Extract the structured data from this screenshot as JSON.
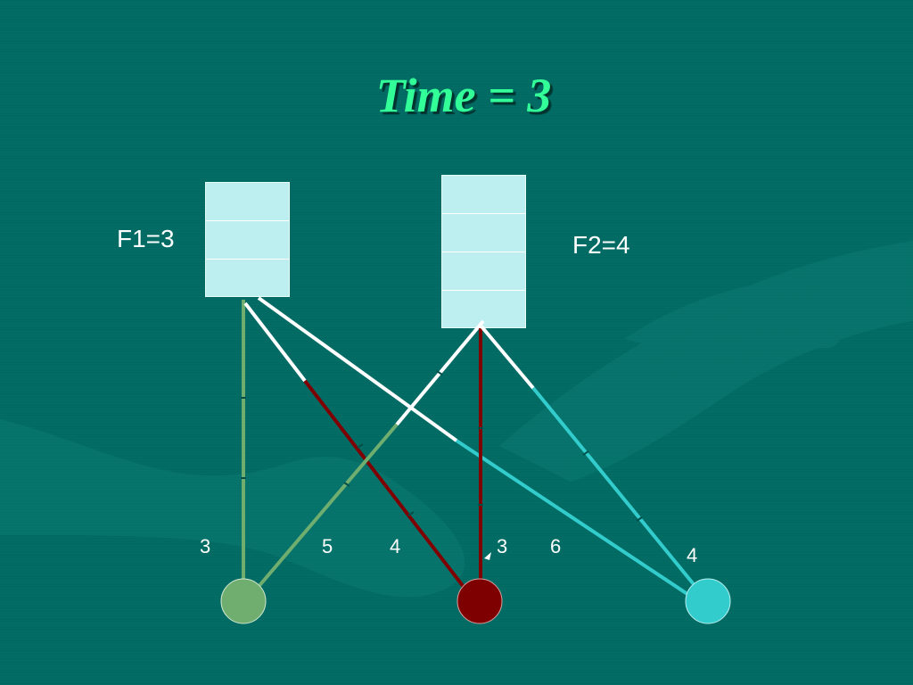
{
  "title": "Time = 3",
  "queues": [
    {
      "name": "F1",
      "label": "F1=3",
      "slots": 3
    },
    {
      "name": "F2",
      "label": "F2=4",
      "slots": 4
    }
  ],
  "numbers": [
    "3",
    "5",
    "4",
    "3",
    "6",
    "4"
  ],
  "nodes": [
    {
      "name": "green",
      "color": "#6fae6f"
    },
    {
      "name": "red",
      "color": "#7f0000"
    },
    {
      "name": "cyan",
      "color": "#33cccc"
    }
  ],
  "colors": {
    "background": "#006a63",
    "title": "#33ff99",
    "queue_fill": "#bdeef0",
    "link_white": "#ffffff"
  }
}
